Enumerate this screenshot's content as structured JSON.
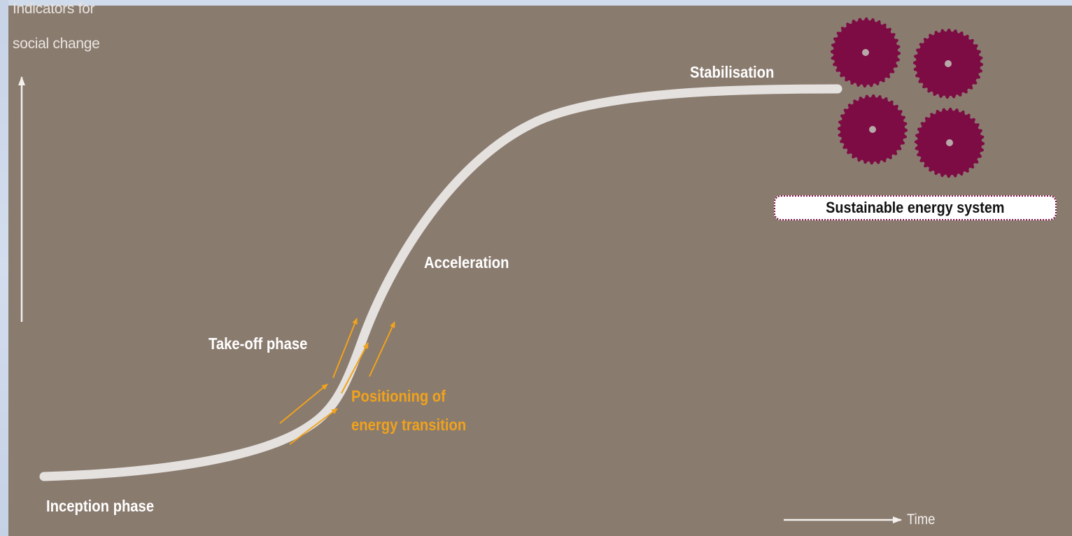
{
  "axes": {
    "y_label_line1": "Indicators for",
    "y_label_line2": "social change",
    "x_label": "Time"
  },
  "phases": {
    "inception": "Inception phase",
    "take_off": "Take-off phase",
    "acceleration": "Acceleration",
    "stabilisation": "Stabilisation"
  },
  "positioning": {
    "line1": "Positioning of",
    "line2": "energy transition"
  },
  "system_label": "Sustainable energy system",
  "colors": {
    "background": "#8a7b6f",
    "curve": "#e4e1de",
    "arrows": "#f0a21c",
    "gears": "#7d0b44",
    "positioning_text": "#f0a21c"
  },
  "icons": [
    "gear-icon",
    "gear-icon",
    "gear-icon",
    "gear-icon"
  ]
}
